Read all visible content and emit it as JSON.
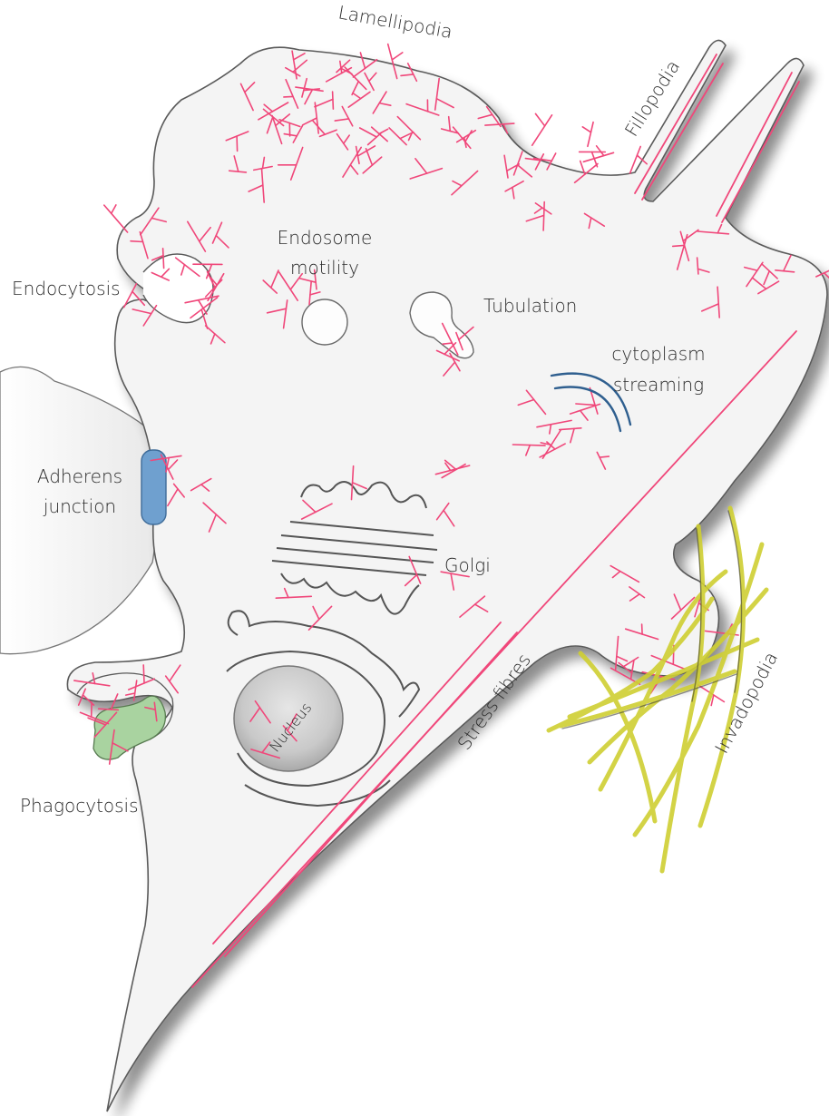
{
  "labels": {
    "lamellipodia": "Lamellipodia",
    "fillopodia": "Fillopodia",
    "endosome_line1": "Endosome",
    "endosome_line2": "motility",
    "endocytosis": "Endocytosis",
    "tubulation": "Tubulation",
    "cytoplasm_line1": "cytoplasm",
    "cytoplasm_line2": "streaming",
    "adherens_line1": "Adherens",
    "adherens_line2": "junction",
    "golgi": "Golgi",
    "nucleus": "Nucleus",
    "stress_fibres": "Stress fibres",
    "invadopodia": "Invadopodia",
    "phagocytosis": "Phagocytosis"
  },
  "colors": {
    "actin": "#f0477a",
    "cell_fill": "#f4f4f4",
    "cell_outline": "#6a6a6a",
    "adherens": "#6fa0cf",
    "phagosome": "#a9d3a0",
    "matrix_fibre": "#c8c830",
    "streaming": "#2f5f8f"
  }
}
